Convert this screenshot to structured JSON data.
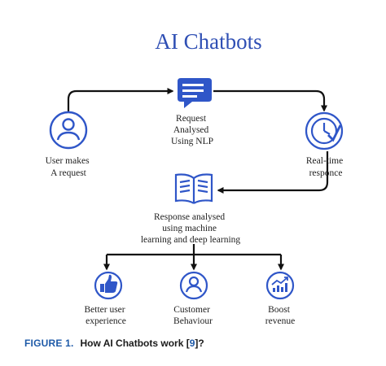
{
  "diagram": {
    "title": "AI Chatbots",
    "nodes": {
      "user": {
        "line1": "User makes",
        "line2": "A request",
        "icon": "user-icon"
      },
      "request": {
        "line1": "Request",
        "line2": "Analysed",
        "line3": "Using NLP",
        "icon": "chat-bubble-icon"
      },
      "realtime": {
        "line1": "Real-time",
        "line2": "responce",
        "icon": "clock-check-icon"
      },
      "analysis": {
        "line1": "Response analysed",
        "line2": "using machine",
        "line3": "learning and deep learning",
        "icon": "open-book-icon"
      },
      "experience": {
        "line1": "Better user",
        "line2": "experience",
        "icon": "thumbs-up-icon"
      },
      "behaviour": {
        "line1": "Customer",
        "line2": "Behaviour",
        "icon": "person-icon"
      },
      "revenue": {
        "line1": "Boost",
        "line2": "revenue",
        "icon": "growth-chart-icon"
      }
    },
    "colors": {
      "accent": "#2f56c8",
      "line": "#111111"
    }
  },
  "caption": {
    "figure_label": "FIGURE 1.",
    "text": "How AI Chatbots work [",
    "ref": "9",
    "suffix": "]?"
  }
}
